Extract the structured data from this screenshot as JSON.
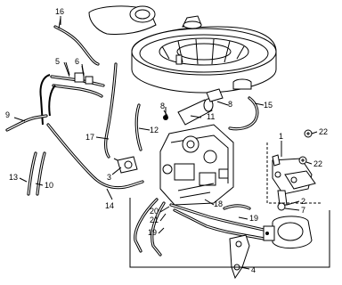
{
  "callouts": {
    "c1": "1",
    "c2": "2",
    "c3": "3",
    "c4": "4",
    "c5": "5",
    "c6": "6",
    "c7": "7",
    "c8": "8",
    "c9": "9",
    "c10": "10",
    "c11": "11",
    "c12": "12",
    "c13": "13",
    "c14": "14",
    "c15": "15",
    "c16": "16",
    "c17": "17",
    "c18": "18",
    "c19a": "19",
    "c19b": "19",
    "c20": "20",
    "c21": "21",
    "c22a": "22",
    "c22b": "22"
  }
}
